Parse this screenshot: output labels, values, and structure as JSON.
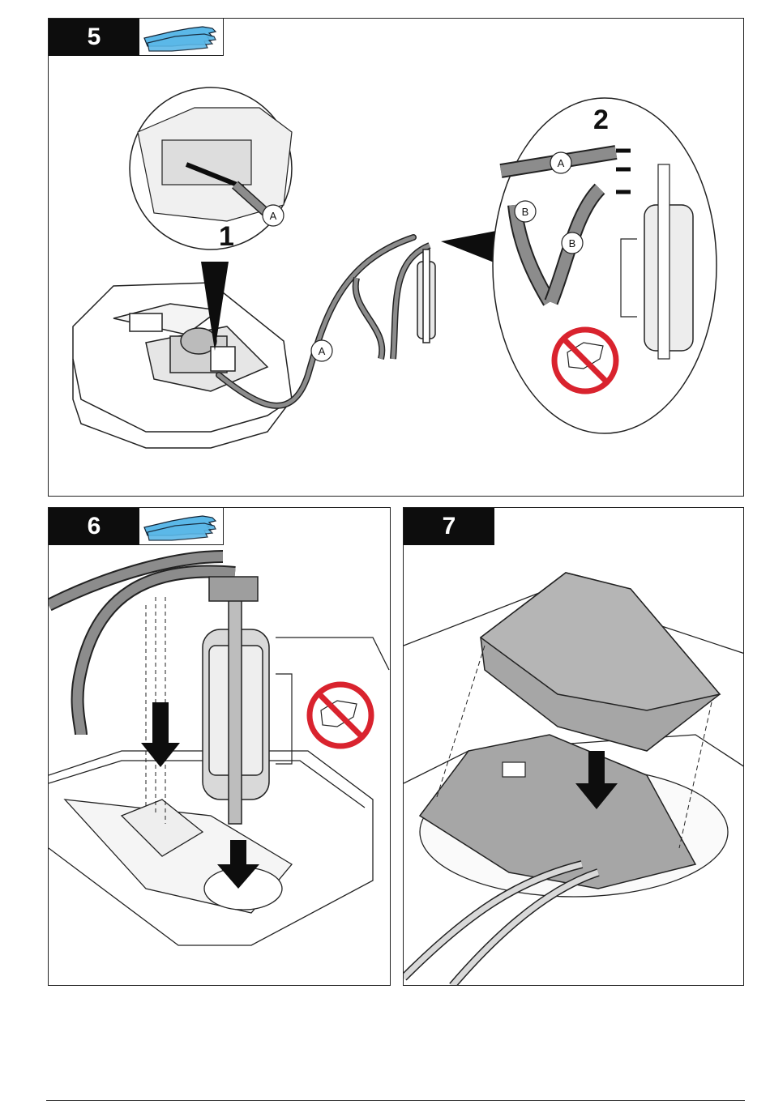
{
  "steps": [
    {
      "number": "5",
      "gloves_icon": "gloves-icon",
      "detail_1_label": "1",
      "detail_2_label": "2",
      "callouts": [
        "A",
        "A",
        "A",
        "B",
        "B"
      ],
      "prohibition_icon": "do-not-touch-icon"
    },
    {
      "number": "6",
      "gloves_icon": "gloves-icon",
      "prohibition_icon": "do-not-touch-icon"
    },
    {
      "number": "7"
    }
  ],
  "colors": {
    "step_box": "#0d0d0d",
    "glove_blue": "#5bb8e8",
    "tube_gray": "#8c8c8c",
    "part_gray": "#a6a6a6",
    "prohibit_red": "#d9232e"
  }
}
